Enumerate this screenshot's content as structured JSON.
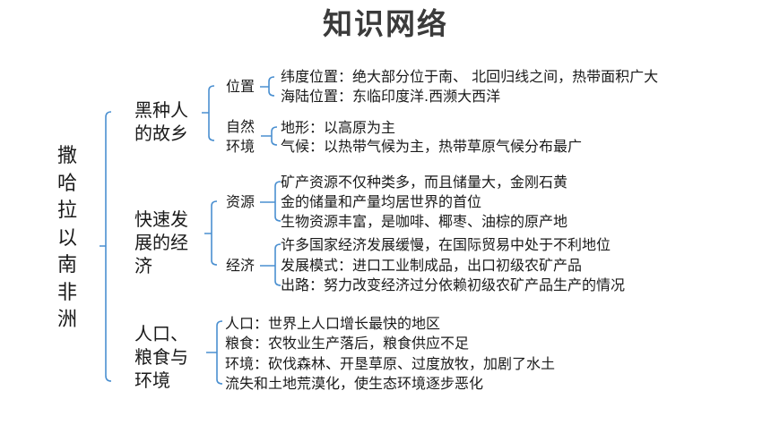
{
  "title": "知识网络",
  "root": "撒哈拉以南非洲",
  "branches": [
    {
      "label": "黑种人的故乡",
      "subs": [
        {
          "label": "位置",
          "items": [
            "纬度位置：绝大部分位于南、 北回归线之间，热带面积广大",
            "海陆位置：东临印度洋.西濒大西洋"
          ]
        },
        {
          "label": "自然环境",
          "items": [
            "地形：以高原为主",
            "气候：以热带气候为主，热带草原气候分布最广"
          ]
        }
      ]
    },
    {
      "label": "快速发展的经济",
      "subs": [
        {
          "label": "资源",
          "items": [
            "矿产资源不仅种类多，而且储量大，金刚石黄",
            "金的储量和产量均居世界的首位",
            "生物资源丰富，是咖啡、椰枣、油棕的原产地"
          ]
        },
        {
          "label": "经济",
          "items": [
            "许多国家经济发展缓慢，在国际贸易中处于不利地位",
            "发展模式：进口工业制成品，出口初级农矿产品",
            "出路：努力改变经济过分依赖初级农矿产品生产的情况"
          ]
        }
      ]
    },
    {
      "label": "人口、粮食与环境",
      "items": [
        "人口：世界上人口增长最快的地区",
        "粮食：农牧业生产落后，粮食供应不足",
        "环境：砍伐森林、开垦草原、过度放牧，加剧了水土",
        "流失和土地荒漠化，使生态环境逐步恶化"
      ]
    }
  ]
}
